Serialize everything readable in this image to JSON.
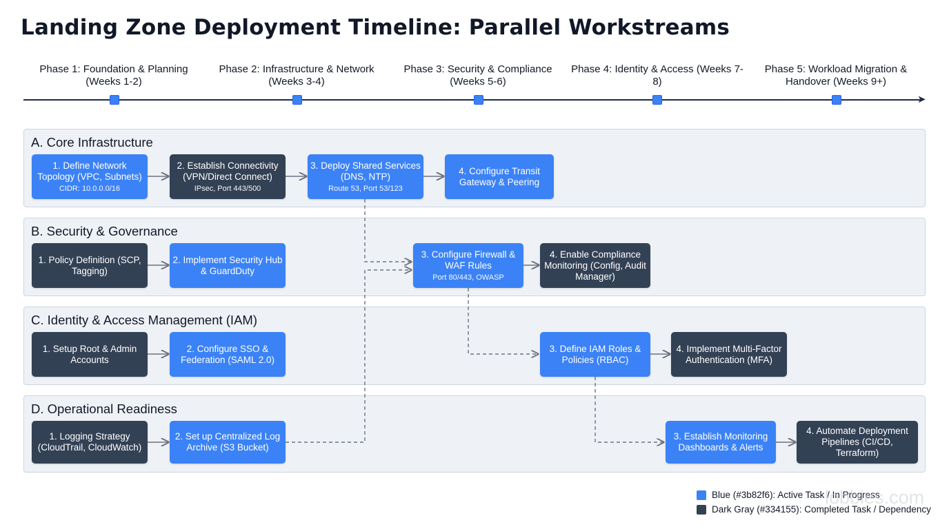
{
  "title": "Landing Zone Deployment Timeline: Parallel Workstreams",
  "phases": [
    {
      "label": "Phase 1: Foundation & Planning (Weeks 1-2)"
    },
    {
      "label": "Phase 2: Infrastructure & Network (Weeks 3-4)"
    },
    {
      "label": "Phase 3: Security & Compliance (Weeks 5-6)"
    },
    {
      "label": "Phase 4: Identity & Access (Weeks 7-8)"
    },
    {
      "label": "Phase 5: Workload Migration & Handover (Weeks 9+)"
    }
  ],
  "lanes": [
    {
      "title": "A. Core Infrastructure",
      "tasks": [
        {
          "title": "1. Define Network Topology (VPC, Subnets)",
          "sub": "CIDR: 10.0.0.0/16",
          "status": "active"
        },
        {
          "title": "2. Establish Connectivity (VPN/Direct Connect)",
          "sub": "IPsec, Port 443/500",
          "status": "done"
        },
        {
          "title": "3. Deploy Shared Services (DNS, NTP)",
          "sub": "Route 53, Port 53/123",
          "status": "active"
        },
        {
          "title": "4. Configure Transit Gateway & Peering",
          "sub": "",
          "status": "active"
        }
      ]
    },
    {
      "title": "B. Security & Governance",
      "tasks": [
        {
          "title": "1. Policy Definition (SCP, Tagging)",
          "sub": "",
          "status": "done"
        },
        {
          "title": "2. Implement Security Hub & GuardDuty",
          "sub": "",
          "status": "active"
        },
        {
          "title": "3. Configure Firewall & WAF Rules",
          "sub": "Port 80/443, OWASP",
          "status": "active"
        },
        {
          "title": "4. Enable Compliance Monitoring (Config, Audit Manager)",
          "sub": "",
          "status": "done"
        }
      ]
    },
    {
      "title": "C. Identity & Access Management (IAM)",
      "tasks": [
        {
          "title": "1. Setup Root & Admin Accounts",
          "sub": "",
          "status": "done"
        },
        {
          "title": "2. Configure SSO & Federation (SAML 2.0)",
          "sub": "",
          "status": "active"
        },
        {
          "title": "3. Define IAM Roles & Policies (RBAC)",
          "sub": "",
          "status": "active"
        },
        {
          "title": "4. Implement Multi-Factor Authentication (MFA)",
          "sub": "",
          "status": "done"
        }
      ]
    },
    {
      "title": "D. Operational Readiness",
      "tasks": [
        {
          "title": "1. Logging Strategy (CloudTrail, CloudWatch)",
          "sub": "",
          "status": "done"
        },
        {
          "title": "2. Set up Centralized Log Archive (S3 Bucket)",
          "sub": "",
          "status": "active"
        },
        {
          "title": "3. Establish Monitoring Dashboards & Alerts",
          "sub": "",
          "status": "active"
        },
        {
          "title": "4. Automate Deployment Pipelines (CI/CD, Terraform)",
          "sub": "",
          "status": "done"
        }
      ]
    }
  ],
  "legend": [
    {
      "label": "Blue (#3b82f6): Active Task / In Progress",
      "color": "#3b82f6"
    },
    {
      "label": "Dark Gray (#334155): Completed Task / Dependency",
      "color": "#334155"
    }
  ],
  "colors": {
    "active": "#3b82f6",
    "done": "#334155",
    "timeline": "#1f2a44"
  },
  "watermark": "lobbies.com"
}
